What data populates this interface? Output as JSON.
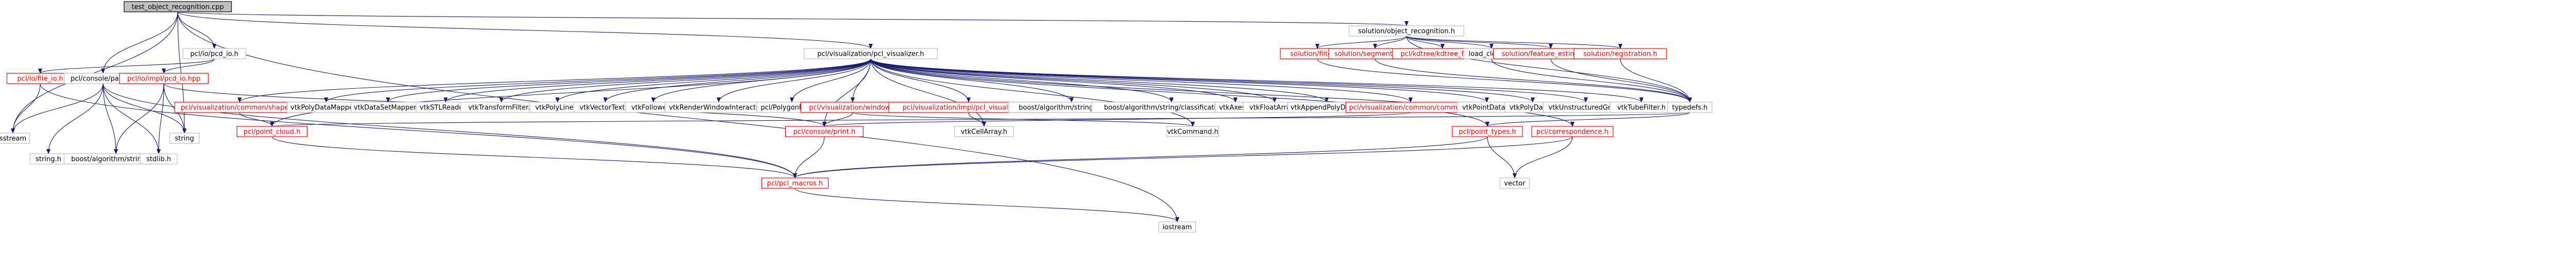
{
  "colors": {
    "edge": "#191970",
    "root_fill": "#bfbfbf",
    "doc_stroke": "#ff0000",
    "plain_stroke": "#bfbfbf",
    "link_text": "#000000",
    "doc_text": "#ff0000"
  },
  "nodes": [
    {
      "id": "root",
      "label": "test_object_recognition.cpp",
      "kind": "root"
    },
    {
      "id": "solution_object_recognition",
      "label": "solution/object_recognition.h",
      "kind": "plain"
    },
    {
      "id": "pcl_io_pcd_io",
      "label": "pcl/io/pcd_io.h",
      "kind": "plain"
    },
    {
      "id": "pcl_visualization_pcl_visualizer",
      "label": "pcl/visualization/pcl_visualizer.h",
      "kind": "plain"
    },
    {
      "id": "pcl_io_file_io",
      "label": "pcl/io/file_io.h",
      "kind": "doc"
    },
    {
      "id": "pcl_console_parse",
      "label": "pcl/console/parse.h",
      "kind": "plain"
    },
    {
      "id": "pcl_io_impl_pcd_io",
      "label": "pcl/io/impl/pcd_io.hpp",
      "kind": "doc"
    },
    {
      "id": "pcl_vis_common_shapes",
      "label": "pcl/visualization/common/shapes.h",
      "kind": "doc"
    },
    {
      "id": "vtkPolyDataMapper",
      "label": "vtkPolyDataMapper.h",
      "kind": "plain"
    },
    {
      "id": "vtkDataSetMapper",
      "label": "vtkDataSetMapper.h",
      "kind": "plain"
    },
    {
      "id": "vtkSTLReader",
      "label": "vtkSTLReader.h",
      "kind": "plain"
    },
    {
      "id": "vtkTransformFilter",
      "label": "vtkTransformFilter.h",
      "kind": "plain"
    },
    {
      "id": "vtkPolyLine",
      "label": "vtkPolyLine.h",
      "kind": "plain"
    },
    {
      "id": "vtkVectorText",
      "label": "vtkVectorText.h",
      "kind": "plain"
    },
    {
      "id": "vtkFollower",
      "label": "vtkFollower.h",
      "kind": "plain"
    },
    {
      "id": "vtkRenderWindowInteractor",
      "label": "vtkRenderWindowInteractor.h",
      "kind": "plain"
    },
    {
      "id": "pcl_PolygonMesh",
      "label": "pcl/PolygonMesh.h",
      "kind": "plain"
    },
    {
      "id": "pcl_vis_window",
      "label": "pcl/visualization/window.h",
      "kind": "doc"
    },
    {
      "id": "pcl_vis_impl_pcl_visualizer",
      "label": "pcl/visualization/impl/pcl_visualizer.hpp",
      "kind": "doc"
    },
    {
      "id": "boost_algorithm_string_split",
      "label": "boost/algorithm/string/split.hpp",
      "kind": "plain"
    },
    {
      "id": "boost_algorithm_string_classification",
      "label": "boost/algorithm/string/classification.hpp",
      "kind": "plain"
    },
    {
      "id": "vtkAxes",
      "label": "vtkAxes.h",
      "kind": "plain"
    },
    {
      "id": "vtkFloatArray",
      "label": "vtkFloatArray.h",
      "kind": "plain"
    },
    {
      "id": "vtkAppendPolyData",
      "label": "vtkAppendPolyData.h",
      "kind": "plain"
    },
    {
      "id": "pcl_vis_common_common",
      "label": "pcl/visualization/common/common.h",
      "kind": "doc"
    },
    {
      "id": "vtkPointData",
      "label": "vtkPointData.h",
      "kind": "plain"
    },
    {
      "id": "vtkPolyData",
      "label": "vtkPolyData.h",
      "kind": "plain"
    },
    {
      "id": "vtkUnstructuredGrid",
      "label": "vtkUnstructuredGrid.h",
      "kind": "plain"
    },
    {
      "id": "vtkTubeFilter",
      "label": "vtkTubeFilter.h",
      "kind": "plain"
    },
    {
      "id": "solution_filters",
      "label": "solution/filters.h",
      "kind": "doc"
    },
    {
      "id": "solution_segmentation",
      "label": "solution/segmentation.h",
      "kind": "doc"
    },
    {
      "id": "pcl_kdtree_kdtree_flann",
      "label": "pcl/kdtree/kdtree_flann.h",
      "kind": "doc"
    },
    {
      "id": "load_clouds",
      "label": "load_clouds.h",
      "kind": "plain"
    },
    {
      "id": "solution_feature_estimation",
      "label": "solution/feature_estimation.h",
      "kind": "doc"
    },
    {
      "id": "solution_registration",
      "label": "solution/registration.h",
      "kind": "doc"
    },
    {
      "id": "typedefs",
      "label": "typedefs.h",
      "kind": "plain"
    },
    {
      "id": "sstream",
      "label": "sstream",
      "kind": "plain"
    },
    {
      "id": "string_h",
      "label": "string.h",
      "kind": "plain"
    },
    {
      "id": "boost_algorithm_string",
      "label": "boost/algorithm/string.hpp",
      "kind": "plain"
    },
    {
      "id": "stdlib",
      "label": "stdlib.h",
      "kind": "plain"
    },
    {
      "id": "string",
      "label": "string",
      "kind": "plain"
    },
    {
      "id": "pcl_point_cloud",
      "label": "pcl/point_cloud.h",
      "kind": "doc"
    },
    {
      "id": "pcl_console_print",
      "label": "pcl/console/print.h",
      "kind": "doc"
    },
    {
      "id": "vtkCellArray",
      "label": "vtkCellArray.h",
      "kind": "plain"
    },
    {
      "id": "vtkCommand",
      "label": "vtkCommand.h",
      "kind": "plain"
    },
    {
      "id": "pcl_point_types",
      "label": "pcl/point_types.h",
      "kind": "doc"
    },
    {
      "id": "pcl_correspondence",
      "label": "pcl/correspondence.h",
      "kind": "doc"
    },
    {
      "id": "pcl_pcl_macros",
      "label": "pcl/pcl_macros.h",
      "kind": "doc"
    },
    {
      "id": "vector",
      "label": "vector",
      "kind": "plain"
    },
    {
      "id": "iostream",
      "label": "iostream",
      "kind": "plain"
    }
  ],
  "edges": [
    [
      "root",
      "solution_object_recognition"
    ],
    [
      "root",
      "pcl_io_pcd_io"
    ],
    [
      "root",
      "pcl_visualization_pcl_visualizer"
    ],
    [
      "root",
      "pcl_console_parse"
    ],
    [
      "root",
      "sstream"
    ],
    [
      "root",
      "iostream"
    ],
    [
      "root",
      "string"
    ],
    [
      "solution_object_recognition",
      "solution_filters"
    ],
    [
      "solution_object_recognition",
      "solution_segmentation"
    ],
    [
      "solution_object_recognition",
      "pcl_kdtree_kdtree_flann"
    ],
    [
      "solution_object_recognition",
      "load_clouds"
    ],
    [
      "solution_object_recognition",
      "solution_feature_estimation"
    ],
    [
      "solution_object_recognition",
      "solution_registration"
    ],
    [
      "solution_object_recognition",
      "typedefs"
    ],
    [
      "solution_filters",
      "typedefs"
    ],
    [
      "solution_segmentation",
      "typedefs"
    ],
    [
      "solution_feature_estimation",
      "typedefs"
    ],
    [
      "solution_registration",
      "typedefs"
    ],
    [
      "load_clouds",
      "typedefs"
    ],
    [
      "typedefs",
      "pcl_point_types"
    ],
    [
      "typedefs",
      "pcl_point_cloud"
    ],
    [
      "pcl_io_pcd_io",
      "pcl_io_file_io"
    ],
    [
      "pcl_io_pcd_io",
      "pcl_io_impl_pcd_io"
    ],
    [
      "pcl_io_file_io",
      "sstream"
    ],
    [
      "pcl_io_file_io",
      "pcl_pcl_macros"
    ],
    [
      "pcl_io_impl_pcd_io",
      "boost_algorithm_string"
    ],
    [
      "pcl_io_impl_pcd_io",
      "stdlib"
    ],
    [
      "pcl_io_impl_pcd_io",
      "string"
    ],
    [
      "pcl_io_impl_pcd_io",
      "pcl_console_print"
    ],
    [
      "pcl_console_parse",
      "sstream"
    ],
    [
      "pcl_console_parse",
      "string_h"
    ],
    [
      "pcl_console_parse",
      "boost_algorithm_string"
    ],
    [
      "pcl_console_parse",
      "stdlib"
    ],
    [
      "pcl_console_parse",
      "string"
    ],
    [
      "pcl_console_parse",
      "pcl_pcl_macros"
    ],
    [
      "pcl_visualization_pcl_visualizer",
      "pcl_vis_common_shapes"
    ],
    [
      "pcl_visualization_pcl_visualizer",
      "vtkPolyDataMapper"
    ],
    [
      "pcl_visualization_pcl_visualizer",
      "vtkDataSetMapper"
    ],
    [
      "pcl_visualization_pcl_visualizer",
      "vtkSTLReader"
    ],
    [
      "pcl_visualization_pcl_visualizer",
      "vtkTransformFilter"
    ],
    [
      "pcl_visualization_pcl_visualizer",
      "vtkPolyLine"
    ],
    [
      "pcl_visualization_pcl_visualizer",
      "vtkVectorText"
    ],
    [
      "pcl_visualization_pcl_visualizer",
      "vtkFollower"
    ],
    [
      "pcl_visualization_pcl_visualizer",
      "vtkRenderWindowInteractor"
    ],
    [
      "pcl_visualization_pcl_visualizer",
      "pcl_PolygonMesh"
    ],
    [
      "pcl_visualization_pcl_visualizer",
      "pcl_vis_window"
    ],
    [
      "pcl_visualization_pcl_visualizer",
      "pcl_vis_impl_pcl_visualizer"
    ],
    [
      "pcl_visualization_pcl_visualizer",
      "boost_algorithm_string_split"
    ],
    [
      "pcl_visualization_pcl_visualizer",
      "boost_algorithm_string_classification"
    ],
    [
      "pcl_visualization_pcl_visualizer",
      "vtkAxes"
    ],
    [
      "pcl_visualization_pcl_visualizer",
      "vtkFloatArray"
    ],
    [
      "pcl_visualization_pcl_visualizer",
      "vtkAppendPolyData"
    ],
    [
      "pcl_visualization_pcl_visualizer",
      "pcl_vis_common_common"
    ],
    [
      "pcl_visualization_pcl_visualizer",
      "vtkPointData"
    ],
    [
      "pcl_visualization_pcl_visualizer",
      "vtkPolyData"
    ],
    [
      "pcl_visualization_pcl_visualizer",
      "vtkUnstructuredGrid"
    ],
    [
      "pcl_visualization_pcl_visualizer",
      "vtkTubeFilter"
    ],
    [
      "pcl_visualization_pcl_visualizer",
      "pcl_point_cloud"
    ],
    [
      "pcl_visualization_pcl_visualizer",
      "pcl_console_print"
    ],
    [
      "pcl_visualization_pcl_visualizer",
      "vtkCellArray"
    ],
    [
      "pcl_visualization_pcl_visualizer",
      "vtkCommand"
    ],
    [
      "pcl_visualization_pcl_visualizer",
      "pcl_point_types"
    ],
    [
      "pcl_visualization_pcl_visualizer",
      "pcl_correspondence"
    ],
    [
      "pcl_vis_common_shapes",
      "pcl_point_cloud"
    ],
    [
      "pcl_vis_window",
      "pcl_console_print"
    ],
    [
      "pcl_vis_window",
      "vtkCommand"
    ],
    [
      "pcl_vis_impl_pcl_visualizer",
      "vtkCellArray"
    ],
    [
      "pcl_vis_common_common",
      "pcl_console_print"
    ],
    [
      "pcl_point_cloud",
      "pcl_pcl_macros"
    ],
    [
      "pcl_console_print",
      "pcl_pcl_macros"
    ],
    [
      "pcl_point_types",
      "pcl_pcl_macros"
    ],
    [
      "pcl_point_types",
      "vector"
    ],
    [
      "pcl_correspondence",
      "vector"
    ],
    [
      "pcl_correspondence",
      "pcl_pcl_macros"
    ],
    [
      "pcl_pcl_macros",
      "iostream"
    ]
  ]
}
